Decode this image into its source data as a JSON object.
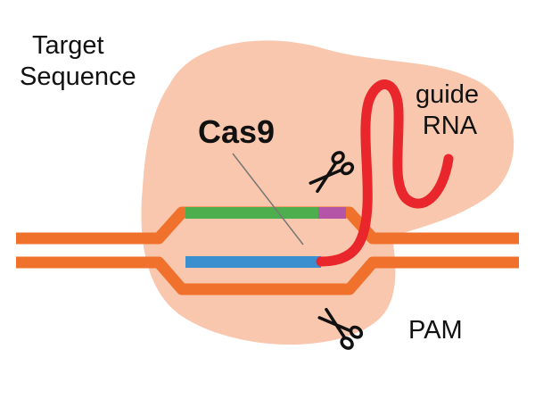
{
  "labels": {
    "target_sequence": [
      "Target",
      "Sequence"
    ],
    "cas9": "Cas9",
    "guide_rna": [
      "guide",
      "RNA"
    ],
    "pam": "PAM"
  },
  "colors": {
    "protein_blob": "#f9c7ad",
    "dna_strand": "#f0712c",
    "target_strand_top": "#4cae4c",
    "target_strand_bottom": "#3b8fcf",
    "pam_segment": "#b555a8",
    "guide_rna": "#e8262b",
    "pointer_line": "#777777",
    "scissors": "#111111"
  },
  "icons": [
    "scissors-icon-upper",
    "scissors-icon-lower"
  ]
}
